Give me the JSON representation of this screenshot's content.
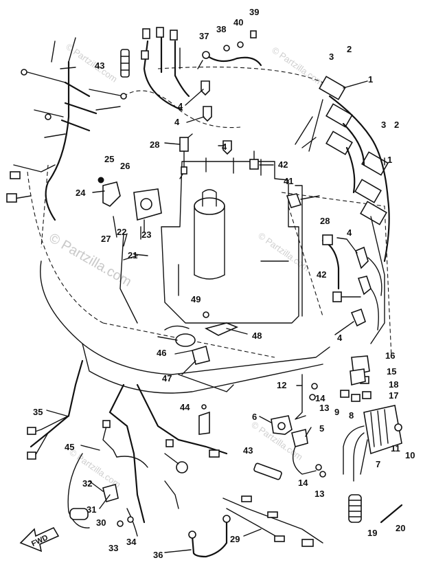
{
  "watermark": {
    "large": "© Partzilla.com",
    "small": "© Partzilla.com"
  },
  "direction_label": "FWD",
  "callouts": [
    "1",
    "1",
    "2",
    "2",
    "3",
    "3",
    "4",
    "4",
    "4",
    "4",
    "4",
    "5",
    "6",
    "7",
    "8",
    "9",
    "10",
    "11",
    "12",
    "13",
    "13",
    "14",
    "14",
    "15",
    "16",
    "17",
    "18",
    "19",
    "20",
    "21",
    "22",
    "23",
    "24",
    "25",
    "26",
    "27",
    "28",
    "28",
    "29",
    "30",
    "31",
    "32",
    "33",
    "34",
    "35",
    "36",
    "37",
    "38",
    "39",
    "40",
    "41",
    "42",
    "42",
    "43",
    "43",
    "44",
    "45",
    "46",
    "47",
    "48",
    "49"
  ]
}
